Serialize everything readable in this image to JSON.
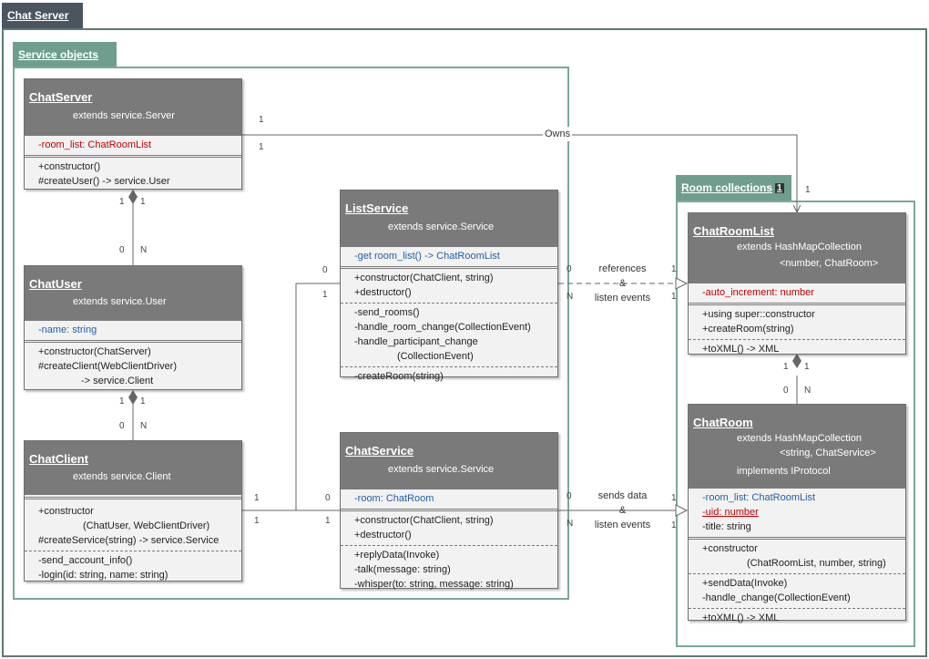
{
  "packages": {
    "outer": "Chat Server",
    "service": "Service objects",
    "room": "Room collections",
    "room_badge": "1"
  },
  "classes": {
    "chatserver": {
      "name": "ChatServer",
      "stereo": "extends service.Server",
      "attrs": [
        "-room_list: ChatRoomList"
      ],
      "ops": [
        "+constructor()",
        "#createUser() -> service.User"
      ]
    },
    "chatuser": {
      "name": "ChatUser",
      "stereo": "extends service.User",
      "attrs": [
        "-name: string"
      ],
      "ops": [
        "+constructor(ChatServer)",
        "#createClient(WebClientDriver)",
        "-> service.Client"
      ]
    },
    "chatclient": {
      "name": "ChatClient",
      "stereo": "extends service.Client",
      "ops1": [
        "+constructor",
        "(ChatUser, WebClientDriver)",
        "#createService(string) -> service.Service"
      ],
      "ops2": [
        "-send_account_info()",
        "-login(id: string, name: string)"
      ]
    },
    "listservice": {
      "name": "ListService",
      "stereo": "extends service.Service",
      "attrs": [
        "-get room_list() -> ChatRoomList"
      ],
      "ops1": [
        "+constructor(ChatClient, string)",
        "+destructor()"
      ],
      "ops2": [
        "-send_rooms()",
        "-handle_room_change(CollectionEvent)",
        "-handle_participant_change",
        "(CollectionEvent)"
      ],
      "ops3": [
        "-createRoom(string)"
      ]
    },
    "chatservice": {
      "name": "ChatService",
      "stereo": "extends service.Service",
      "attrs": [
        "-room: ChatRoom"
      ],
      "ops1": [
        "+constructor(ChatClient, string)",
        "+destructor()"
      ],
      "ops2": [
        "+replyData(Invoke)",
        "-talk(message: string)",
        "-whisper(to: string, message: string)"
      ]
    },
    "chatroomlist": {
      "name": "ChatRoomList",
      "stereo1": "extends HashMapCollection",
      "stereo2": "<number, ChatRoom>",
      "attrs": [
        "-auto_increment: number"
      ],
      "ops1": [
        "+using super::constructor",
        "+createRoom(string)"
      ],
      "ops2": [
        "+toXML() -> XML"
      ]
    },
    "chatroom": {
      "name": "ChatRoom",
      "stereo1": "extends HashMapCollection",
      "stereo2": "<string, ChatService>",
      "stereo3": "implements IProtocol",
      "attrs": [
        "-room_list: ChatRoomList",
        "-uid: number",
        "-title: string"
      ],
      "ops1": [
        "+constructor",
        "(ChatRoomList, number, string)"
      ],
      "ops2": [
        "+sendData(Invoke)",
        "-handle_change(CollectionEvent)"
      ],
      "ops3": [
        "+toXML() -> XML"
      ]
    }
  },
  "edges": {
    "owns_label": "Owns",
    "references_label1": "references",
    "references_label2": "&",
    "references_label3": "listen events",
    "sends_label1": "sends data",
    "sends_label2": "&",
    "sends_label3": "listen events"
  },
  "multiplicities": {
    "one": "1",
    "zero": "0",
    "n": "N"
  },
  "colors": {
    "outer_frame": "#5a7a72",
    "outer_tab": "#4a5560",
    "inner_frame": "#7aa898",
    "inner_tab": "#6f9e8e",
    "class_header": "#7a7a7a"
  }
}
